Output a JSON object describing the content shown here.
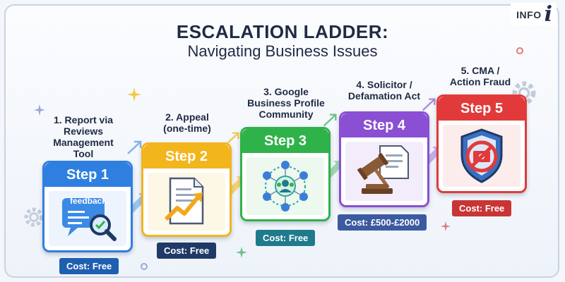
{
  "header": {
    "title": "ESCALATION LADDER:",
    "subtitle": "Navigating Business Issues",
    "info_label": "INFO",
    "info_glyph": "i"
  },
  "steps": [
    {
      "label": "Step 1",
      "description": [
        "1. Report via",
        "Reviews",
        "Management",
        "Tool"
      ],
      "cost": "Cost: Free",
      "icon": "feedback-magnifier-icon",
      "icon_text": "feedback",
      "color": "#2f7fe0",
      "dark": "#1f5fb0"
    },
    {
      "label": "Step 2",
      "description": [
        "2. Appeal",
        "(one-time)"
      ],
      "cost": "Cost: Free",
      "icon": "document-growth-chart-icon",
      "color": "#f2b51c",
      "dark": "#1f3a66"
    },
    {
      "label": "Step 3",
      "description": [
        "3. Google",
        "Business Profile",
        "Community"
      ],
      "cost": "Cost: Free",
      "icon": "community-network-icon",
      "color": "#2fb24a",
      "dark": "#1f7a8c"
    },
    {
      "label": "Step 4",
      "description": [
        "4. Solicitor /",
        "Defamation Act"
      ],
      "cost": "Cost: £500-£2000",
      "icon": "gavel-document-icon",
      "color": "#8a4fd3",
      "dark": "#3b5aa0"
    },
    {
      "label": "Step 5",
      "description": [
        "5. CMA /",
        "Action Fraud"
      ],
      "cost": "Cost: Free",
      "icon": "shield-no-fraud-icon",
      "color": "#e23a3a",
      "dark": "#c93535"
    }
  ]
}
